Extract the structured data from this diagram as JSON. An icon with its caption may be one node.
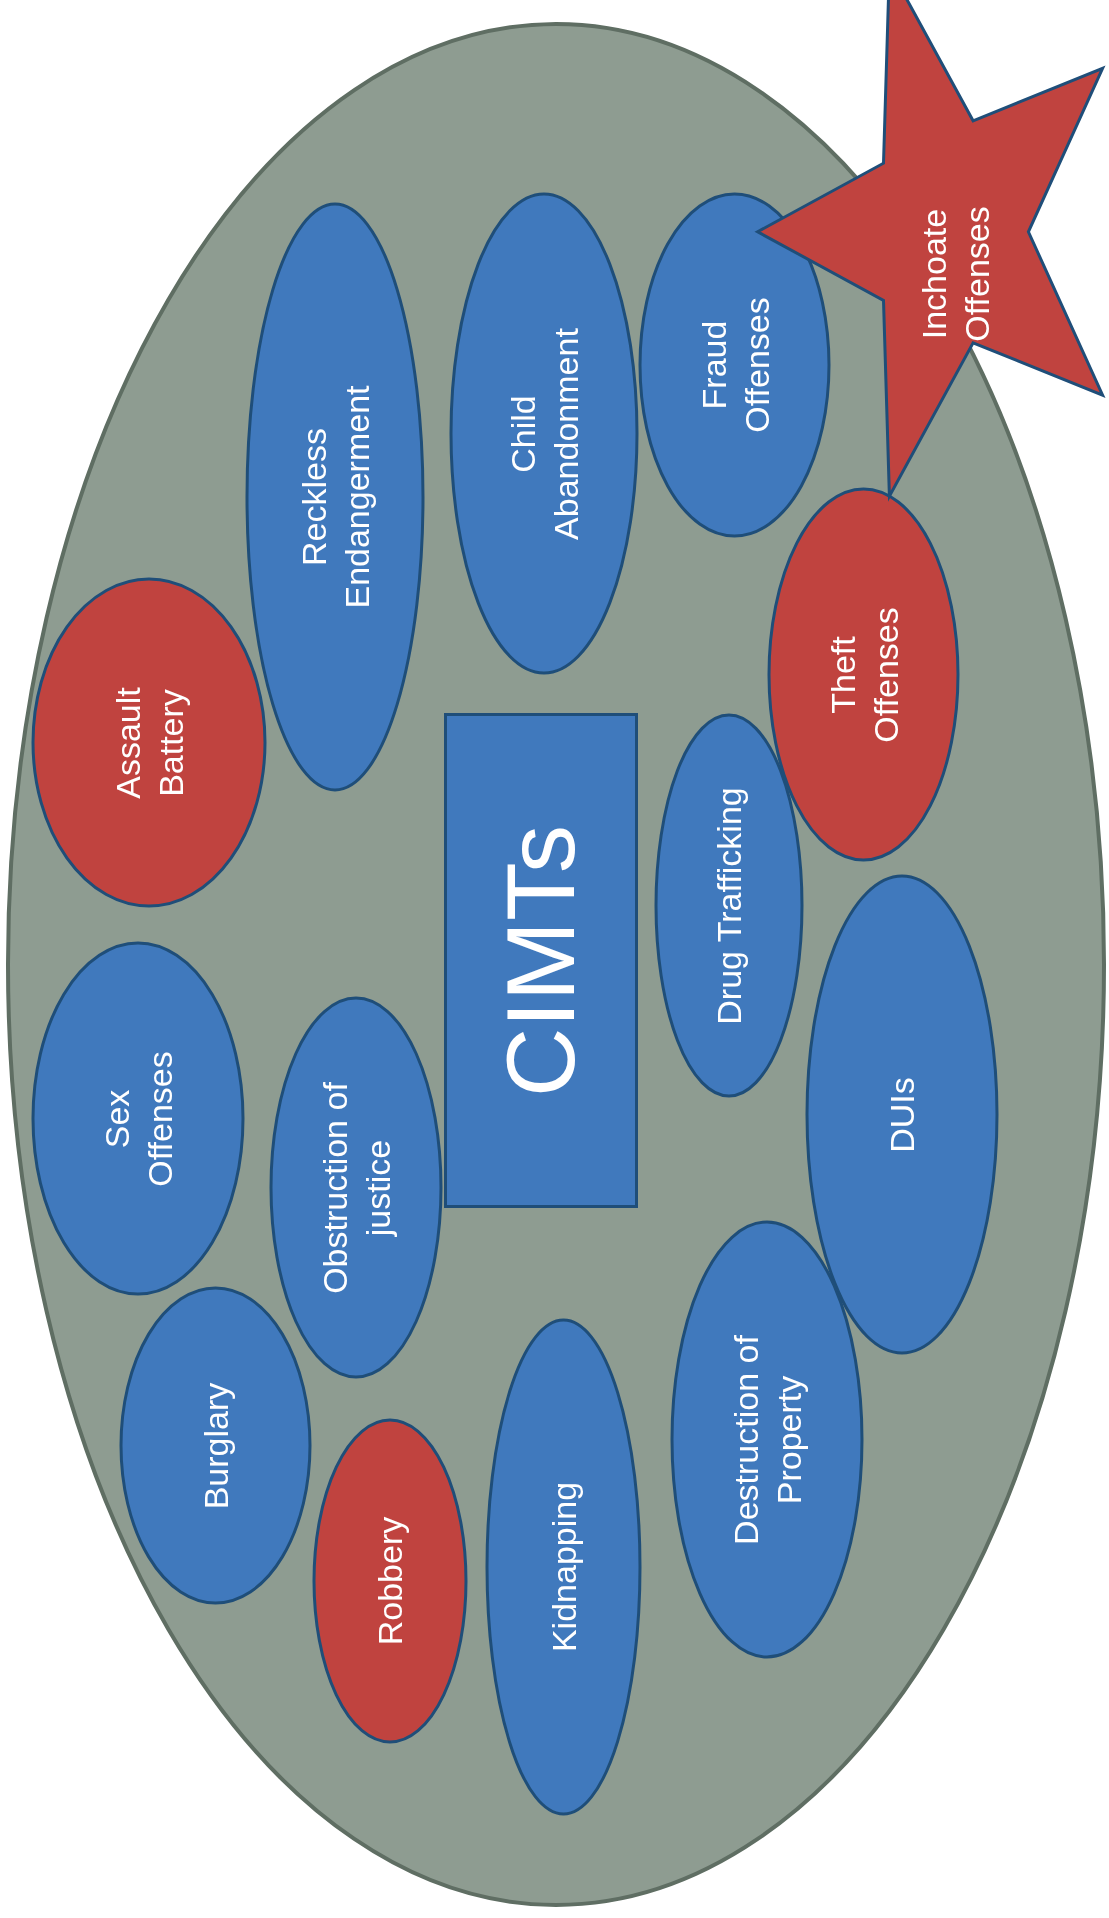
{
  "diagram": {
    "nodes": [
      {
        "text": [],
        "shape": "ellipse"
      },
      {
        "text": [
          "Reckless Endangerment"
        ],
        "in": 0
      },
      {
        "text": [
          "Child Abandonment"
        ],
        "in": 0
      },
      {
        "text": [
          "Fraud Offenses"
        ],
        "in": 0
      },
      {
        "text": [
          "Assault Battery"
        ],
        "in": 0
      },
      {
        "text": [
          "Drug Trafficking"
        ],
        "in": 0
      },
      {
        "text": [
          "Theft Offenses"
        ],
        "in": 0
      },
      {
        "text": [
          "CIMTs"
        ],
        "in": 0
      },
      {
        "text": [
          "Sex Offenses"
        ],
        "in": 0
      },
      {
        "text": [
          "Obstruction of justice"
        ],
        "in": 0
      },
      {
        "text": [
          "DUIs"
        ],
        "in": 0
      },
      {
        "text": [
          "Destruction of Property"
        ],
        "in": 0
      },
      {
        "text": [
          "Burglary"
        ],
        "in": 0
      },
      {
        "text": [
          "Robbery"
        ],
        "in": 0
      },
      {
        "text": [
          "Kidnapping"
        ],
        "in": 0
      },
      {
        "text": [
          "Inchoate Offenses"
        ]
      }
    ]
  }
}
